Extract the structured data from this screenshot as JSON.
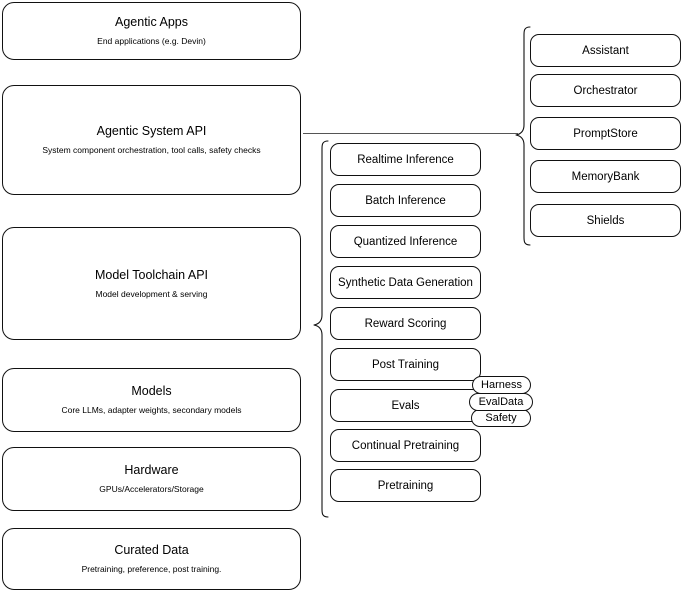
{
  "diagram": {
    "title": "AI stack layered architecture diagram",
    "background_color": "#ffffff",
    "stroke_color": "#111111",
    "connector_color": "#555555"
  },
  "layers": [
    {
      "name": "agentic-apps",
      "title": "Agentic Apps",
      "subtitle": "End applications (e.g. Devin)"
    },
    {
      "name": "agentic-system-api",
      "title": "Agentic System API",
      "subtitle": "System component orchestration, tool calls, safety checks"
    },
    {
      "name": "model-toolchain-api",
      "title": "Model Toolchain API",
      "subtitle": "Model development & serving"
    },
    {
      "name": "models",
      "title": "Models",
      "subtitle": "Core LLMs, adapter weights, secondary models"
    },
    {
      "name": "hardware",
      "title": "Hardware",
      "subtitle": "GPUs/Accelerators/Storage"
    },
    {
      "name": "curated-data",
      "title": "Curated Data",
      "subtitle": "Pretraining, preference, post training."
    }
  ],
  "toolchain_capabilities": [
    {
      "name": "realtime-inference",
      "label": "Realtime Inference"
    },
    {
      "name": "batch-inference",
      "label": "Batch Inference"
    },
    {
      "name": "quantized-inference",
      "label": "Quantized Inference"
    },
    {
      "name": "synthetic-data-generation",
      "label": "Synthetic Data Generation"
    },
    {
      "name": "reward-scoring",
      "label": "Reward Scoring"
    },
    {
      "name": "post-training",
      "label": "Post Training"
    },
    {
      "name": "evals",
      "label": "Evals"
    },
    {
      "name": "continual-pretraining",
      "label": "Continual Pretraining"
    },
    {
      "name": "pretraining",
      "label": "Pretraining"
    }
  ],
  "evals_badges": [
    {
      "name": "harness",
      "label": "Harness"
    },
    {
      "name": "evaldata",
      "label": "EvalData"
    },
    {
      "name": "safety",
      "label": "Safety"
    }
  ],
  "system_components": [
    {
      "name": "assistant",
      "label": "Assistant"
    },
    {
      "name": "orchestrator",
      "label": "Orchestrator"
    },
    {
      "name": "promptstore",
      "label": "PromptStore"
    },
    {
      "name": "memorybank",
      "label": "MemoryBank"
    },
    {
      "name": "shields",
      "label": "Shields"
    }
  ]
}
